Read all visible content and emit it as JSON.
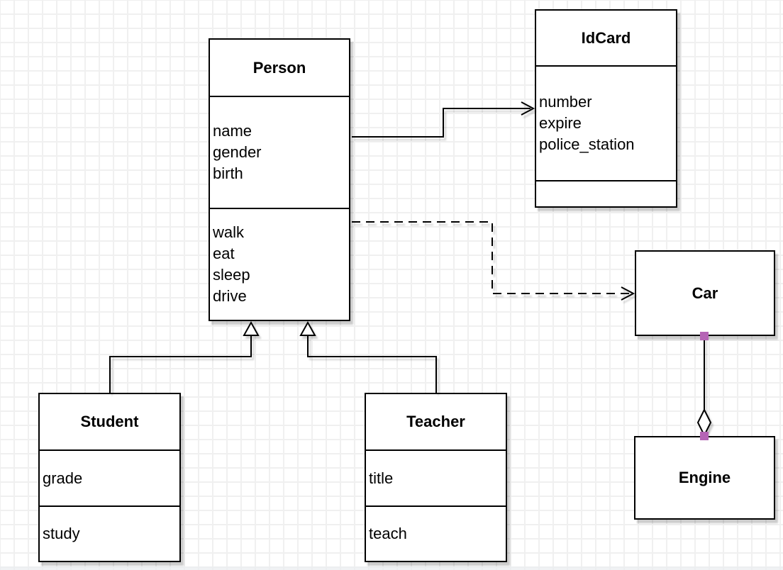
{
  "diagram_type": "uml-class-diagram",
  "classes": [
    {
      "name": "Person",
      "attributes": [
        "name",
        "gender",
        "birth"
      ],
      "methods": [
        "walk",
        "eat",
        "sleep",
        "drive"
      ]
    },
    {
      "name": "IdCard",
      "attributes": [
        "number",
        "expire",
        "police_station"
      ],
      "methods": []
    },
    {
      "name": "Car",
      "attributes": [],
      "methods": []
    },
    {
      "name": "Engine",
      "attributes": [],
      "methods": []
    },
    {
      "name": "Student",
      "attributes": [
        "grade"
      ],
      "methods": [
        "study"
      ]
    },
    {
      "name": "Teacher",
      "attributes": [
        "title"
      ],
      "methods": [
        "teach"
      ]
    }
  ],
  "relationships": [
    {
      "type": "association",
      "from": "Person",
      "to": "IdCard",
      "line": "solid",
      "marker": "open-arrow"
    },
    {
      "type": "dependency",
      "from": "Person",
      "to": "Car",
      "line": "dashed",
      "marker": "open-arrow"
    },
    {
      "type": "generalization",
      "from": "Student",
      "to": "Person",
      "line": "solid",
      "marker": "hollow-triangle"
    },
    {
      "type": "generalization",
      "from": "Teacher",
      "to": "Person",
      "line": "solid",
      "marker": "hollow-triangle"
    },
    {
      "type": "aggregation",
      "from": "Car",
      "to": "Engine",
      "line": "solid",
      "marker": "hollow-diamond"
    }
  ],
  "colors": {
    "stroke": "#000000",
    "shape_fill": "#ffffff",
    "grid_line": "#f0f0f0",
    "canvas_bg": "#ffffff",
    "endpoint_marker": "#b564b5"
  }
}
